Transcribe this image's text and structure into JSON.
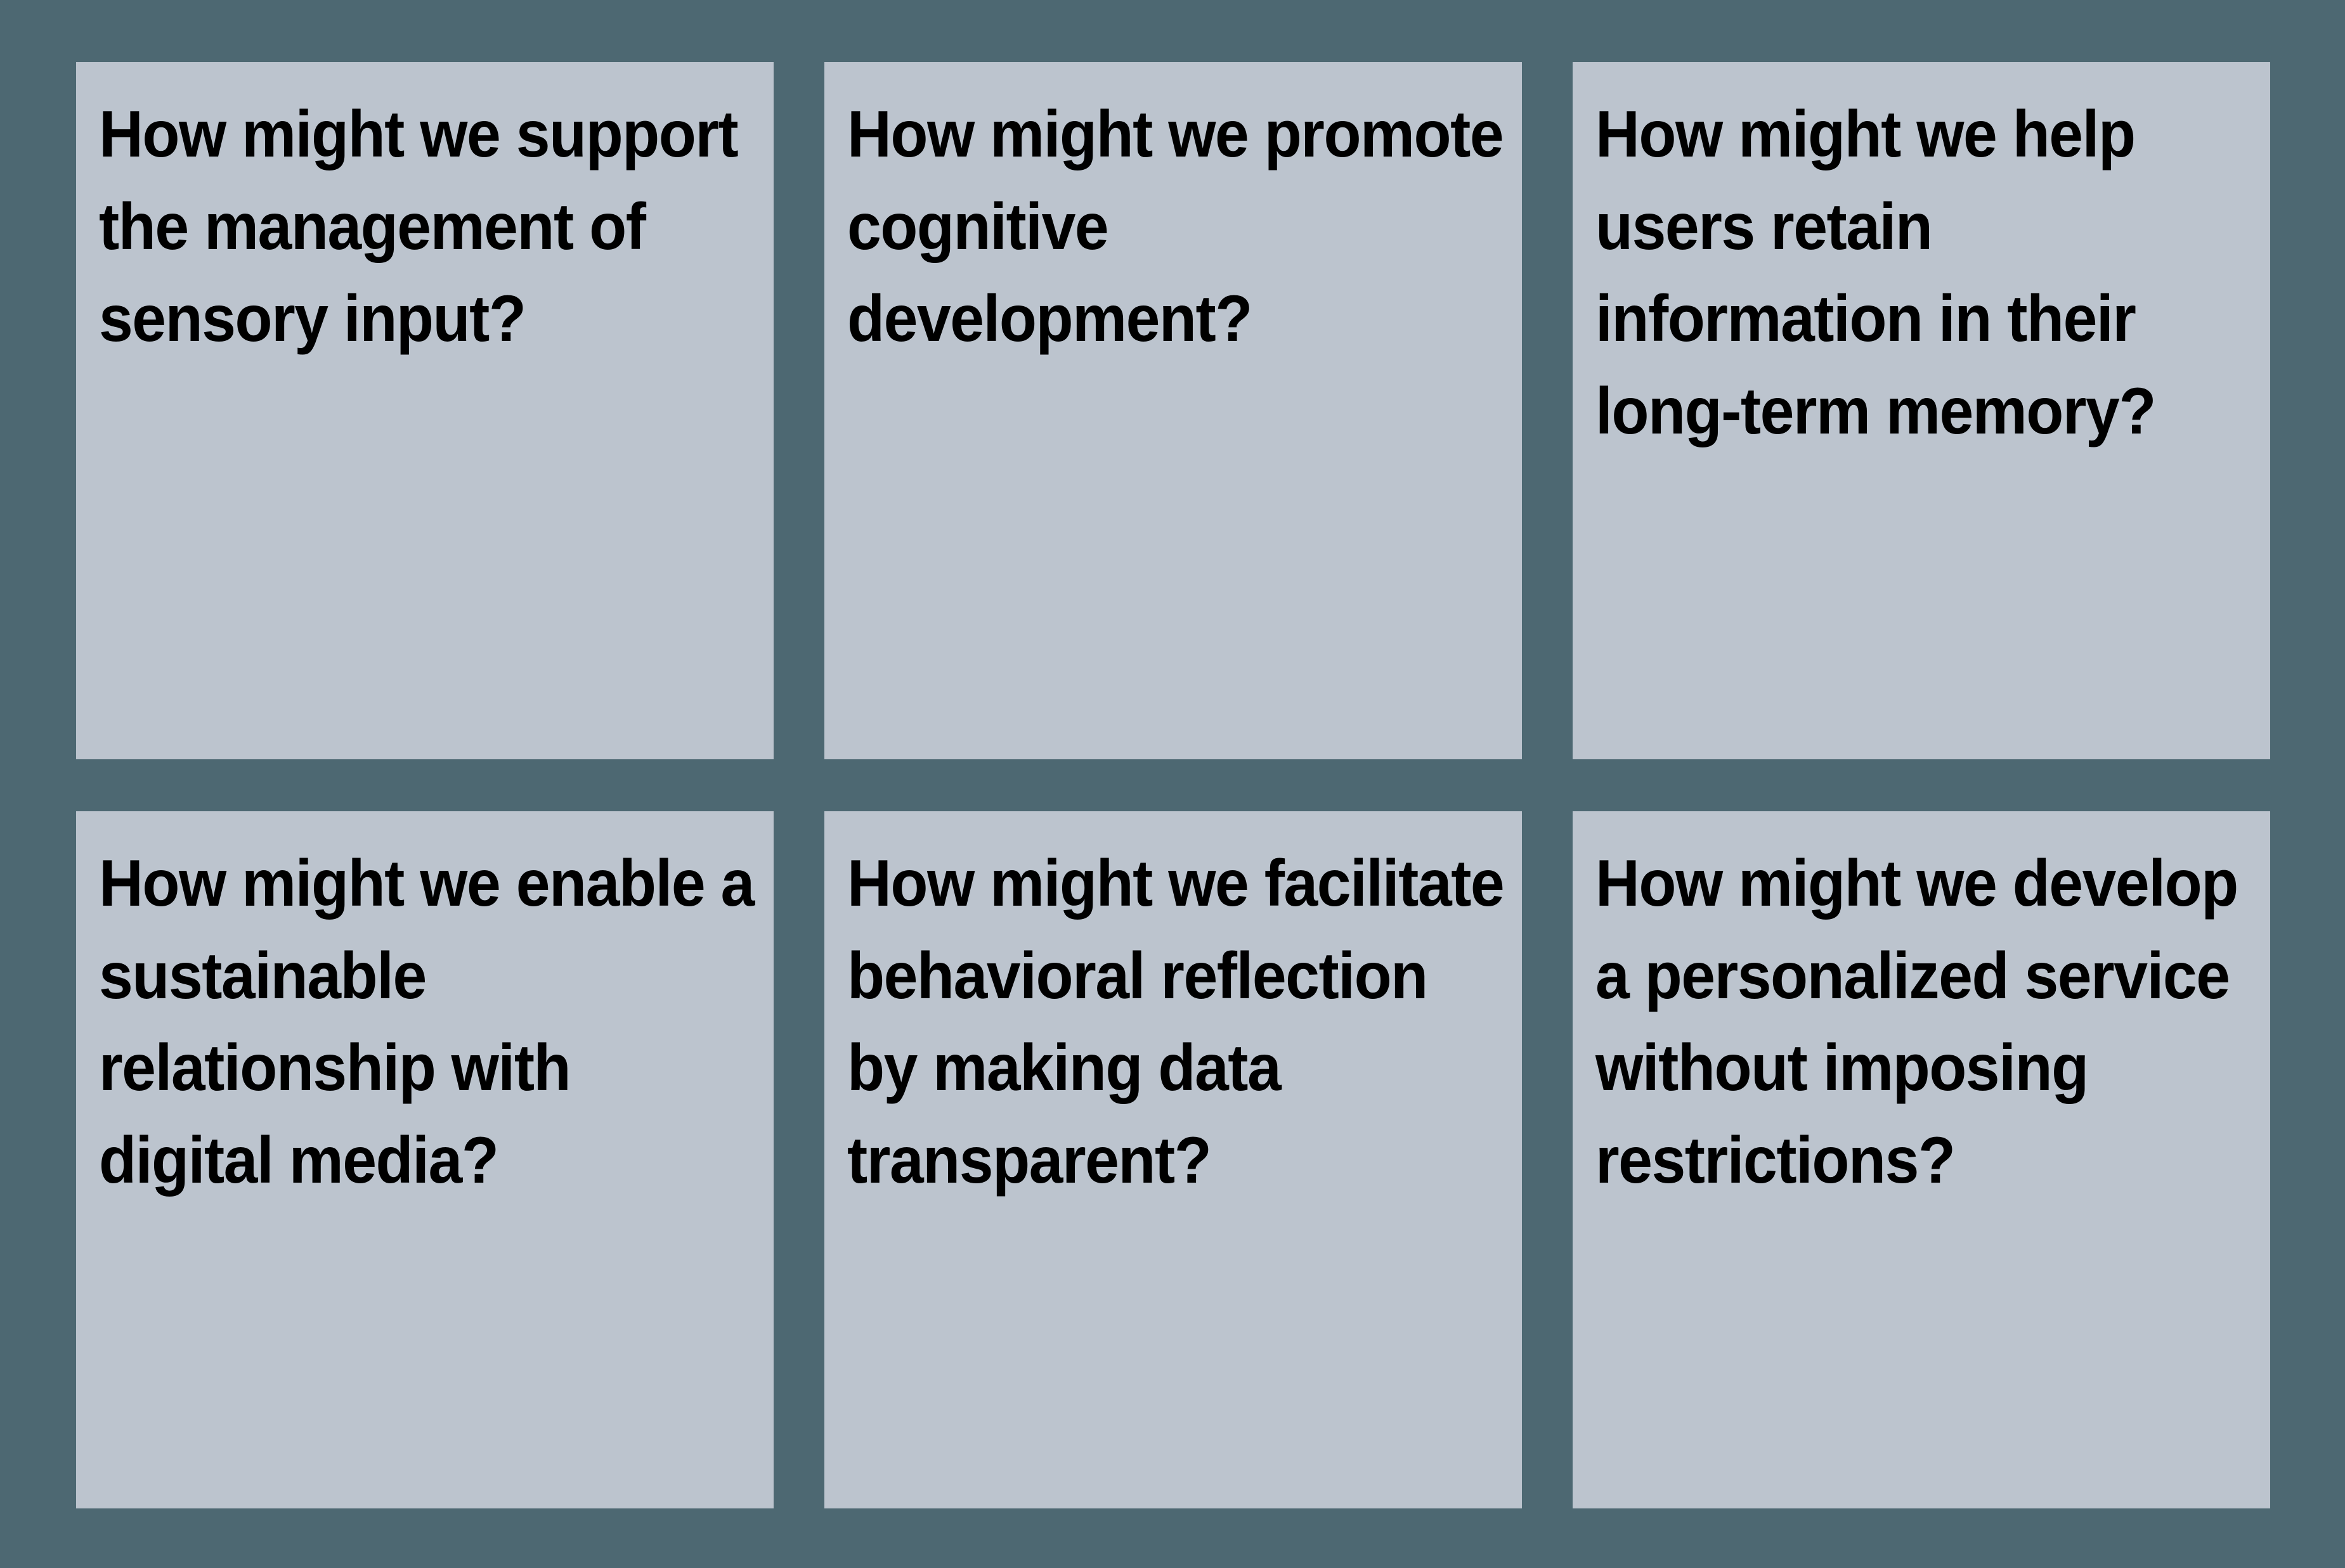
{
  "board": {
    "background_color": "#4d6872",
    "card_color": "#bcc4ce",
    "text_color": "#000000",
    "layout": {
      "columns": 3,
      "rows": 2
    },
    "cards": [
      {
        "id": "card-sensory-input",
        "text": "How might we support the management of sensory input?"
      },
      {
        "id": "card-cognitive-development",
        "text": "How might we promote cognitive development?"
      },
      {
        "id": "card-long-term-memory",
        "text": "How might we help users retain information in their long-term memory?"
      },
      {
        "id": "card-digital-media",
        "text": "How might we enable a sustainable relationship with digital media?"
      },
      {
        "id": "card-behavioral-reflection",
        "text": "How might we facilitate behavioral reflection by making data transparent?"
      },
      {
        "id": "card-personalized-service",
        "text": "How might we develop a personalized service without imposing restrictions?"
      }
    ]
  }
}
